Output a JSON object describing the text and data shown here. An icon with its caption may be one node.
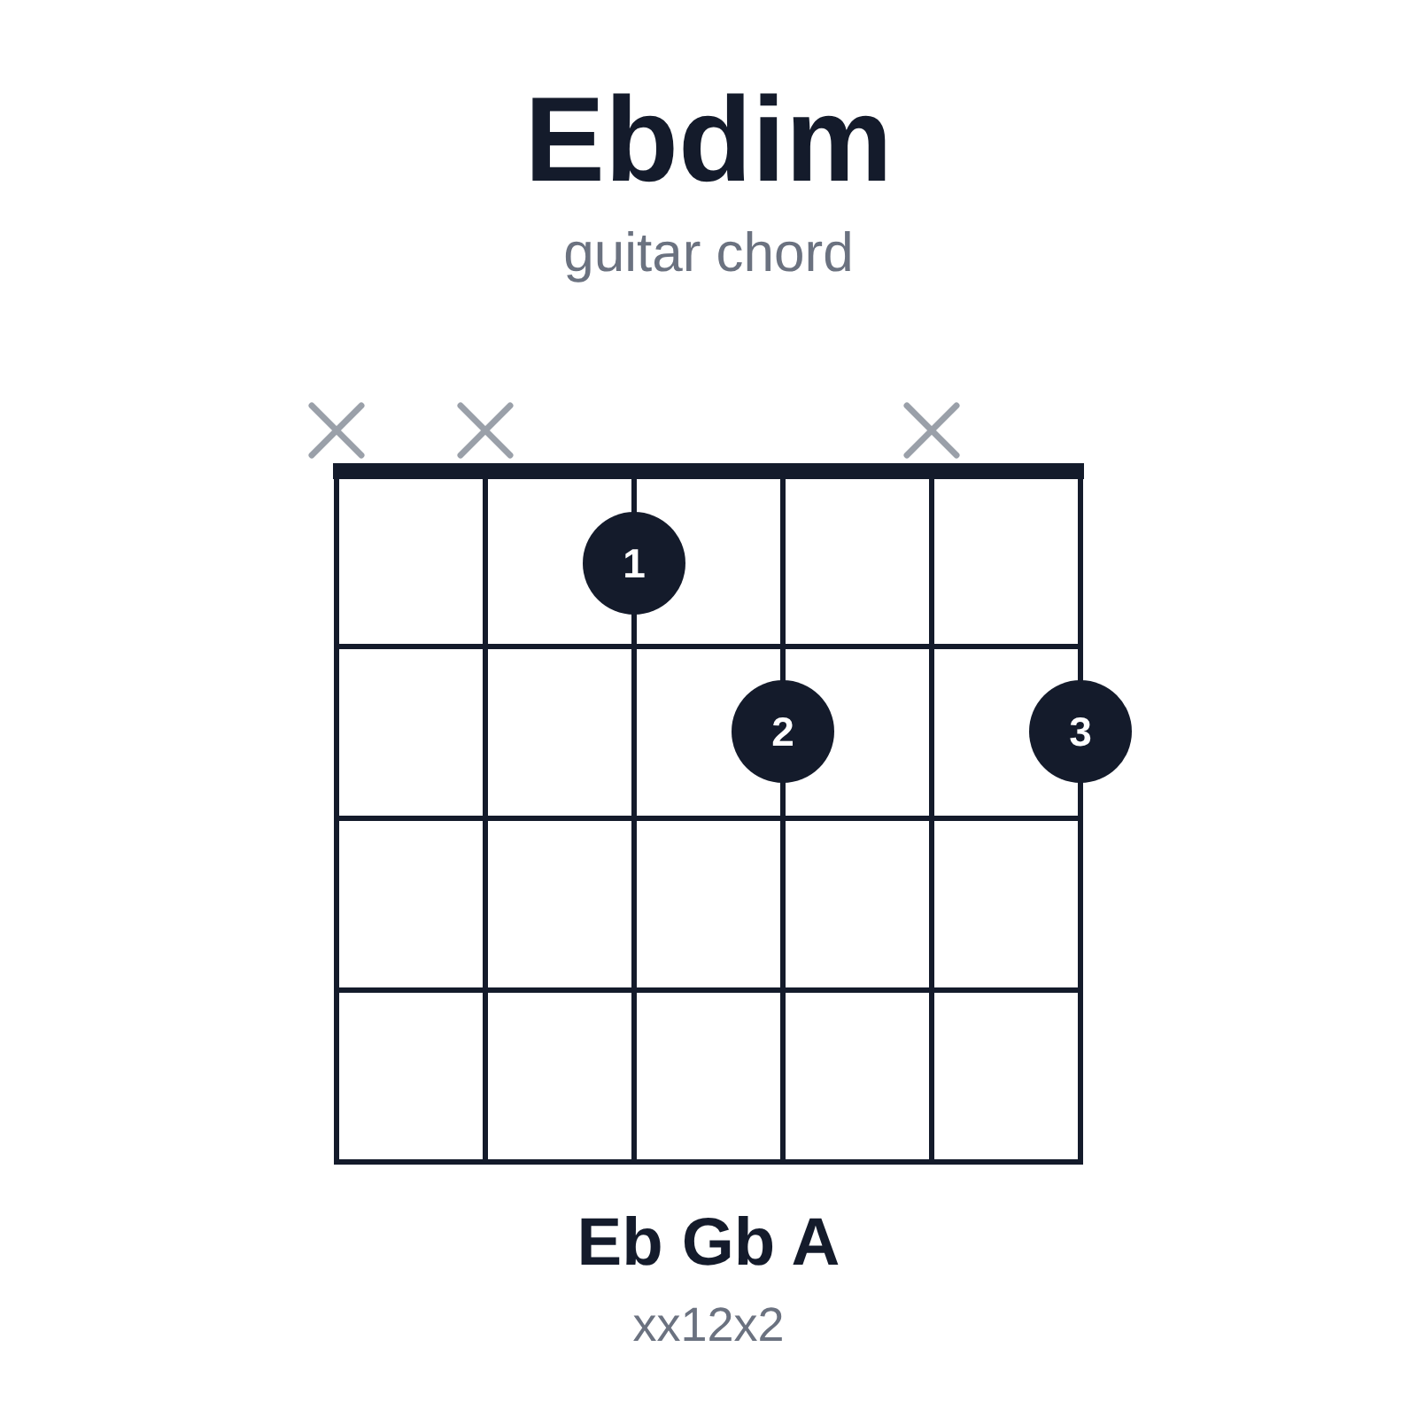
{
  "diagram": {
    "title": "Ebdim",
    "nodes": [
      {
        "text": [
          "1"
        ]
      },
      {
        "text": [
          "2"
        ]
      },
      {
        "text": [
          "3"
        ]
      }
    ],
    "labels": [
      "guitar chord",
      "Eb Gb A",
      "xx12x2"
    ]
  }
}
